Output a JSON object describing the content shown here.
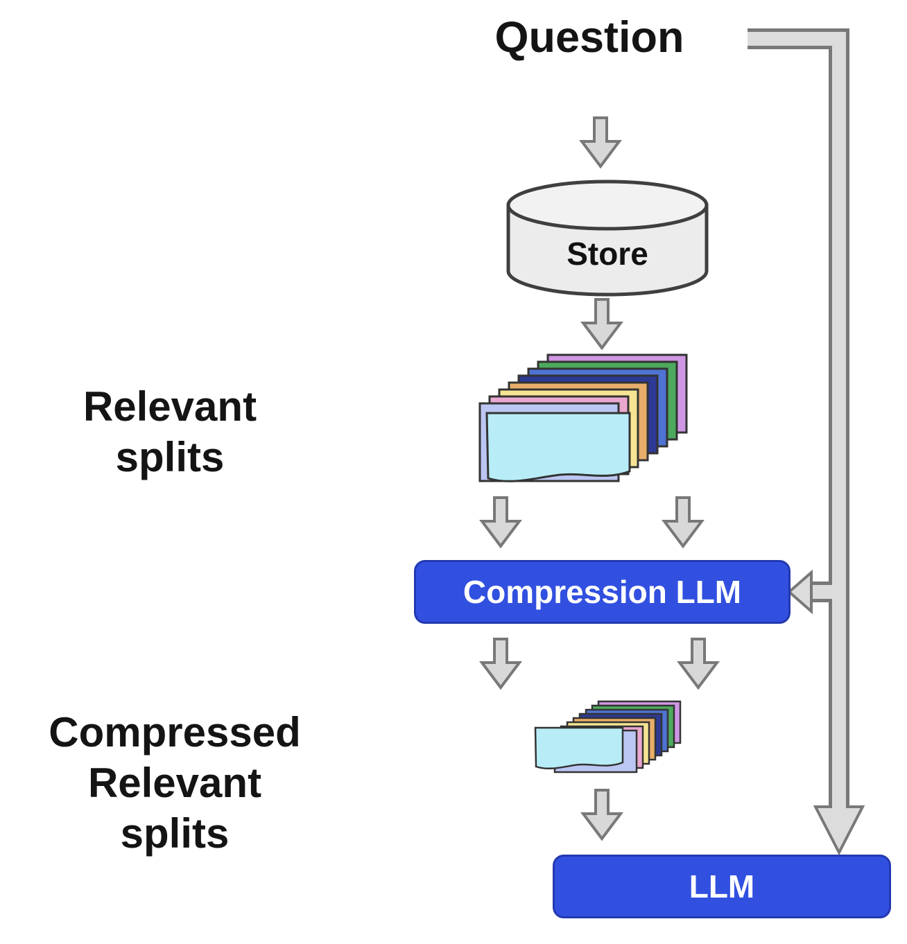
{
  "diagram": {
    "nodes": {
      "question": "Question",
      "store": "Store",
      "compression_llm": "Compression LLM",
      "llm": "LLM"
    },
    "labels": {
      "relevant_splits": "Relevant\nsplits",
      "compressed_relevant_splits": "Compressed\nRelevant\nsplits"
    },
    "colors": {
      "node_blue": "#3250e0",
      "node_border": "#2338b0",
      "node_text": "#ffffff",
      "arrow_fill": "#d8d8d8",
      "arrow_outline": "#787878",
      "store_fill": "#ececec",
      "store_top_fill": "#f2f2f2",
      "shape_outline": "#3f3f3f",
      "doc_colors": [
        "#cf97e3",
        "#4da95d",
        "#4e73d2",
        "#2c3a94",
        "#e7ae6b",
        "#f6e493",
        "#e9a8cf",
        "#bcc6f2"
      ],
      "front_doc_color": "#b8edf7"
    }
  }
}
